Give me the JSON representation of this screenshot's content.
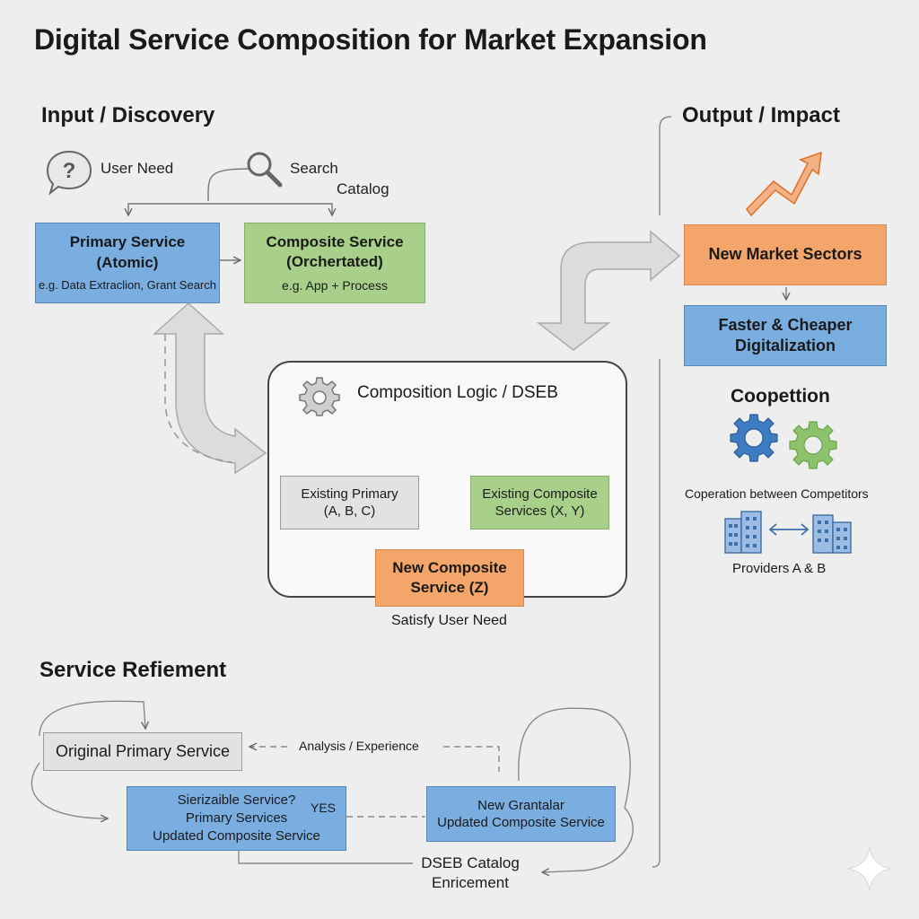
{
  "title": "Digital Service Composition for Market Expansion",
  "input": {
    "heading": "Input / Discovery",
    "user_need": "User Need",
    "search_line1": "Search",
    "search_line2": "Catalog",
    "primary": {
      "line1": "Primary Service",
      "line2": "(Atomic)",
      "example": "e.g. Data Extraclion, Grant Search"
    },
    "composite": {
      "line1": "Composite Service",
      "line2": "(Orchertated)",
      "example": "e.g. App + Process"
    }
  },
  "logic": {
    "title": "Composition Logic / DSEB",
    "existing_primary_line1": "Existing Primary",
    "existing_primary_line2": "(A, B, C)",
    "existing_composite_line1": "Existing Composite",
    "existing_composite_line2": "Services (X, Y)",
    "new_composite_line1": "New Composite",
    "new_composite_line2": "Service (Z)",
    "satisfy": "Satisfy User Need"
  },
  "output": {
    "heading": "Output / Impact",
    "new_markets": "New Market Sectors",
    "faster_line1": "Faster & Cheaper",
    "faster_line2": "Digitalization",
    "coopetition": "Coopettion",
    "cooperation": "Coperation between Competitors",
    "providers": "Providers A & B"
  },
  "refinement": {
    "heading": "Service Refiement",
    "original": "Original Primary Service",
    "analysis": "Analysis / Experience",
    "serializable_line1": "Sierizaible Service?",
    "serializable_line2": "Primary Services",
    "serializable_line3": "Updated Composite Service",
    "yes": "YES",
    "new_grant_line1": "New Grantalar",
    "new_grant_line2": "Updated Composite Service",
    "catalog_line1": "DSEB Catalog",
    "catalog_line2": "Enricement"
  },
  "colors": {
    "blue": "#7aaee0",
    "green": "#a8d08a",
    "orange": "#f4a66a",
    "gray": "#e2e2e2",
    "gear_blue": "#3d7cc0",
    "gear_green": "#8cc36a",
    "trend_arrow": "#f08a3c"
  },
  "icons": [
    "speech-bubble-question-icon",
    "magnifier-icon",
    "gear-icon",
    "trend-arrow-icon",
    "gears-icon",
    "building-icon",
    "double-arrow-icon",
    "sparkle-icon"
  ]
}
